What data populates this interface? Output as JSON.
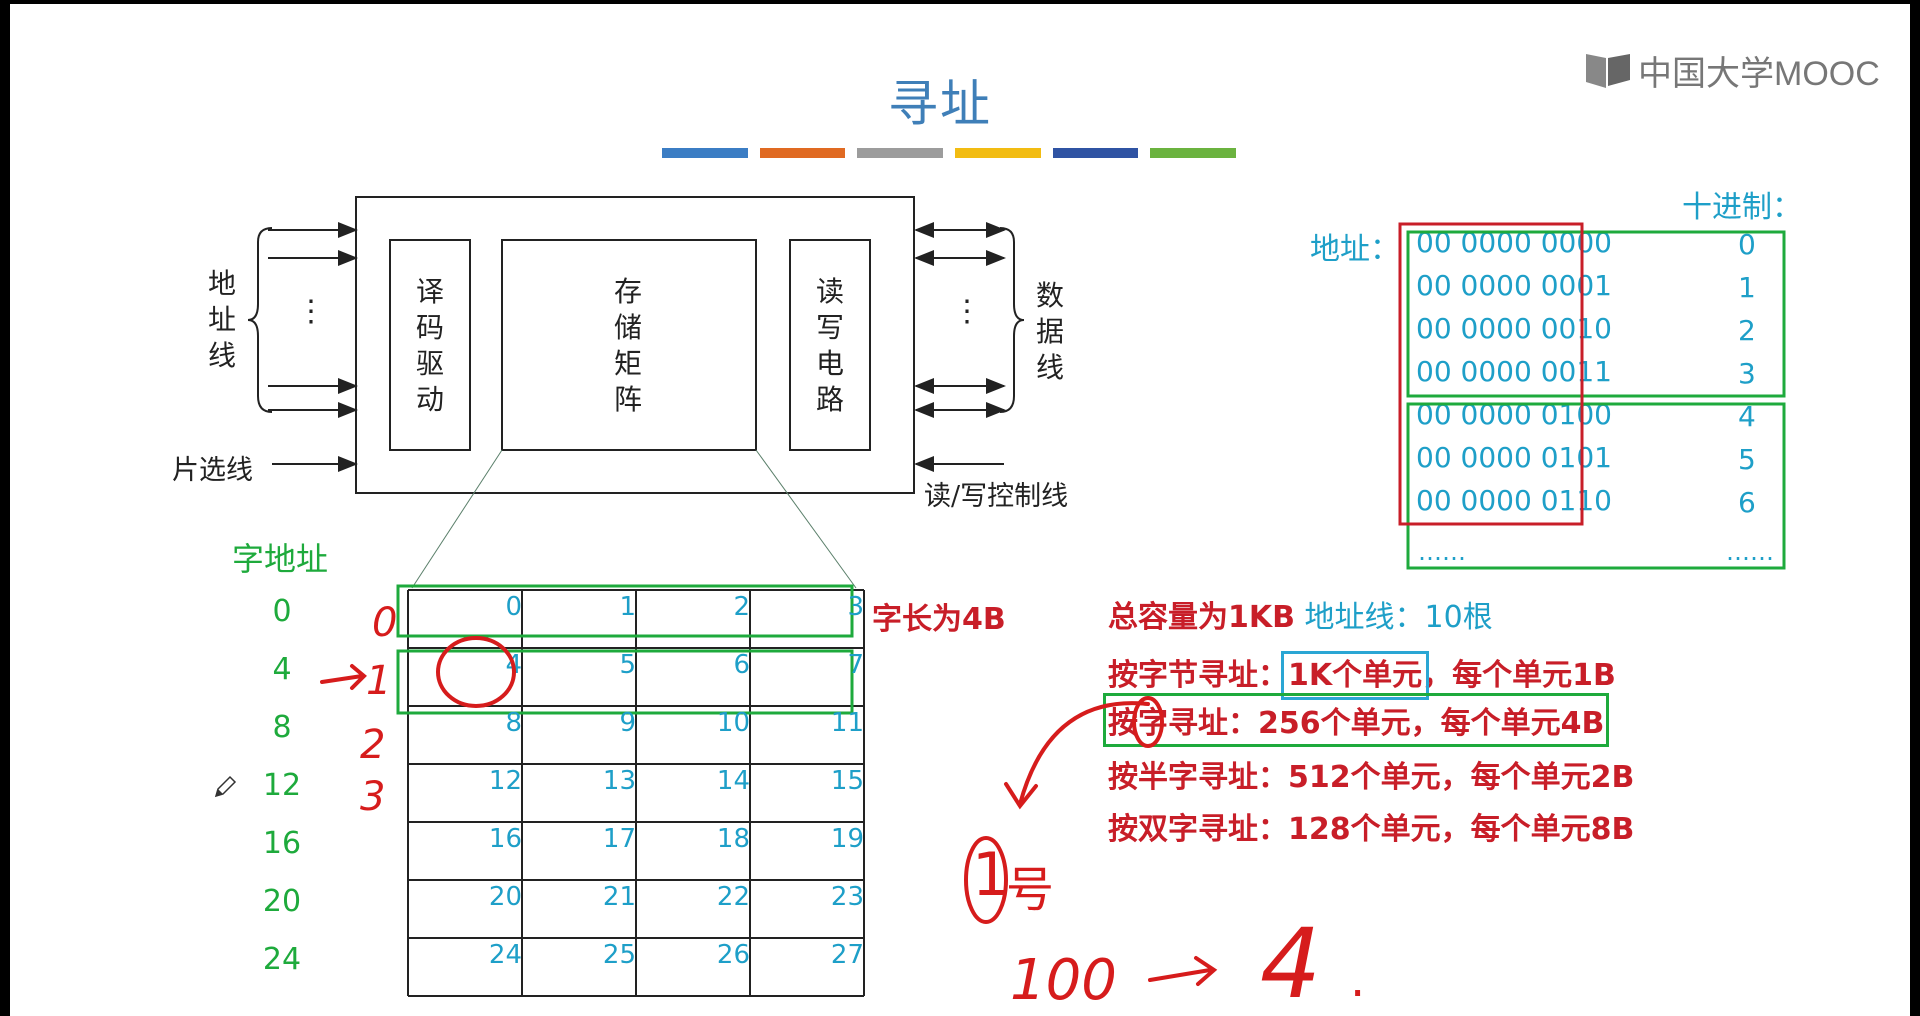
{
  "slide": {
    "title": "寻址",
    "logo_text": "中国大学MOOC",
    "title_bar_colors": [
      "#3b7dc4",
      "#e06a22",
      "#9c9c9c",
      "#f2bc12",
      "#2f53a3",
      "#6bb33f"
    ]
  },
  "diagram": {
    "address_lines_label": [
      "地",
      "址",
      "线"
    ],
    "data_lines_label": [
      "数",
      "据",
      "线"
    ],
    "decoder_label": [
      "译",
      "码",
      "驱",
      "动"
    ],
    "matrix_label": [
      "存",
      "储",
      "矩",
      "阵"
    ],
    "rw_circuit_label": [
      "读",
      "写",
      "电",
      "路"
    ],
    "chip_select_label": "片选线",
    "rw_control_label": "读/写控制线",
    "ellipsis": "⋮"
  },
  "memory_grid": {
    "word_address_header": "字地址",
    "word_addresses": [
      "0",
      "4",
      "8",
      "12",
      "16",
      "20",
      "24"
    ],
    "cells": [
      [
        "0",
        "1",
        "2",
        "3"
      ],
      [
        "4",
        "5",
        "6",
        "7"
      ],
      [
        "8",
        "9",
        "10",
        "11"
      ],
      [
        "12",
        "13",
        "14",
        "15"
      ],
      [
        "16",
        "17",
        "18",
        "19"
      ],
      [
        "20",
        "21",
        "22",
        "23"
      ],
      [
        "24",
        "25",
        "26",
        "27"
      ]
    ],
    "word_length_note": "字长为4B"
  },
  "address_table": {
    "decimal_header": "十进制：",
    "address_label": "地址：",
    "binary_addresses": [
      "00 0000 0000",
      "00 0000 0001",
      "00 0000 0010",
      "00 0000 0011",
      "00 0000 0100",
      "00 0000 0101",
      "00 0000 0110"
    ],
    "decimal_values": [
      "0",
      "1",
      "2",
      "3",
      "4",
      "5",
      "6"
    ],
    "ellipsis_left": "……",
    "ellipsis_right": "……"
  },
  "info": {
    "capacity": "总容量为1KB",
    "address_lines": "地址线：10根",
    "byte_addressing_prefix": "按字节寻址：",
    "byte_addressing_units": "1K个单元",
    "byte_addressing_suffix": "，每个单元1B",
    "word_addressing": "按字寻址：256个单元，每个单元4B",
    "halfword_addressing": "按半字寻址：512个单元，每个单元2B",
    "doubleword_addressing": "按双字寻址：128个单元，每个单元8B"
  },
  "handwriting": {
    "row_numbers": [
      "0",
      "1",
      "2",
      "3"
    ],
    "number_one": "1",
    "hao": "号",
    "binary_example": "100",
    "result": "4",
    "dot": "."
  }
}
